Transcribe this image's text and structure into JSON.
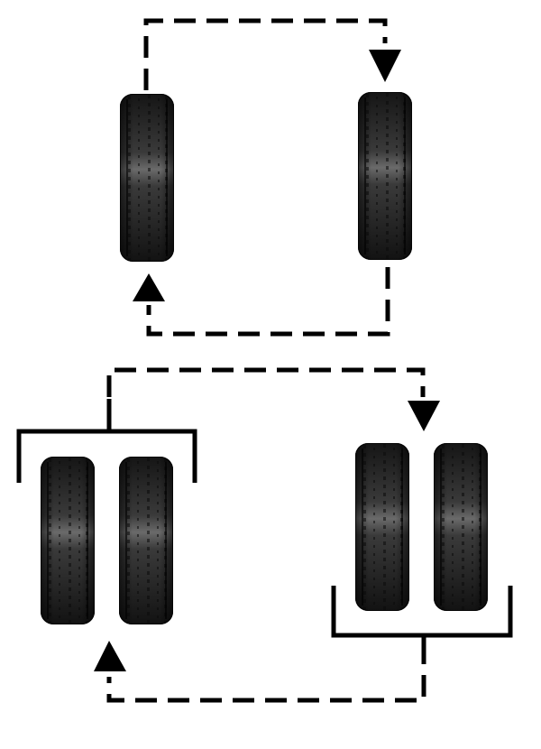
{
  "diagram": {
    "subject": "tire-rotation-pattern",
    "colors": {
      "background": "#ffffff",
      "line": "#000000",
      "tire_dark": "#141414",
      "tire_mid": "#2c2c2c",
      "tire_highlight": "#6a6a6a"
    },
    "upper_section": {
      "tires": [
        {
          "id": "upper-left-tire"
        },
        {
          "id": "upper-right-tire"
        }
      ],
      "paths": [
        {
          "id": "upper-left-to-right-path",
          "from": "upper-left-tire",
          "to": "upper-right-tire",
          "style": "dashed"
        },
        {
          "id": "upper-right-to-left-path",
          "from": "upper-right-tire",
          "to": "upper-left-tire",
          "style": "dashed"
        }
      ]
    },
    "lower_section": {
      "groups": [
        {
          "id": "left-dual-group",
          "tires": 2
        },
        {
          "id": "right-dual-group",
          "tires": 2
        }
      ],
      "paths": [
        {
          "id": "lower-left-to-right-path",
          "from": "left-dual-group",
          "to": "right-dual-group",
          "style": "dashed"
        },
        {
          "id": "lower-right-to-left-path",
          "from": "right-dual-group",
          "to": "left-dual-group",
          "style": "dashed"
        }
      ]
    }
  }
}
